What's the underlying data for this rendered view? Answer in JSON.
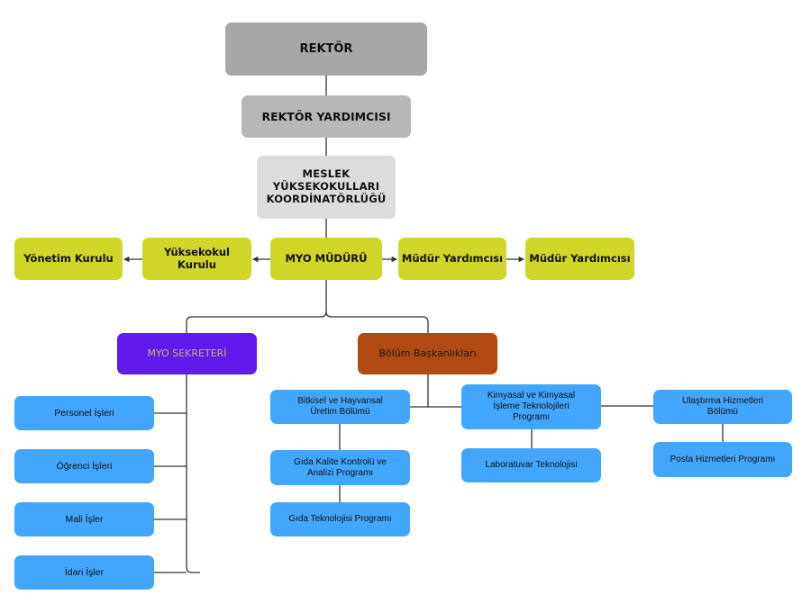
{
  "colors": {
    "top": "#a7a7a7",
    "second": "#b7b7b7",
    "third": "#dcdcdc",
    "management": "#cfd627",
    "secretary": "#5e1beb",
    "secretary_text": "#c8b56a",
    "departments": "#b04a12",
    "units": "#42a6fc",
    "connector": "#333333"
  },
  "hierarchy": {
    "rektor": "REKTÖR",
    "rektor_yardimcisi": "REKTÖR YARDIMCISI",
    "koordinatorluk": [
      "MESLEK",
      "YÜKSEKOKULLARI",
      "KOORDİNATÖRLÜĞÜ"
    ]
  },
  "management": {
    "yonetim_kurulu": "Yönetim Kurulu",
    "yuksekokul_kurulu": [
      "Yüksekokul",
      "Kurulu"
    ],
    "myo_muduru": "MYO MÜDÜRÜ",
    "mudur_yardimcisi_1": "Müdür Yardımcısı",
    "mudur_yardimcisi_2": "Müdür Yardımcısı"
  },
  "secretary": {
    "title": "MYO SEKRETERİ",
    "units": [
      "Personel İşleri",
      "Öğrenci İşleri",
      "Mali İşler",
      "İdari İşler"
    ]
  },
  "departments": {
    "title": "Bölüm Başkanlıkları",
    "bitkisel": {
      "name": [
        "Bitkisel ve Hayvansal",
        "Üretim Bölümü"
      ],
      "programs": [
        [
          "Gıda Kalite Kontrolü ve",
          "Analizi Programı"
        ],
        [
          "Gıda Teknolojisi Programı"
        ]
      ]
    },
    "kimyasal": {
      "name": [
        "Kimyasal ve Kimyasal",
        "İşleme Teknolojileri",
        "Programı"
      ],
      "programs": [
        [
          "Laboratuvar Teknolojisi"
        ]
      ]
    },
    "ulastirma": {
      "name": [
        "Ulaştırma Hizmetleri",
        "Bölümü"
      ],
      "programs": [
        [
          "Posta Hizmetleri Programı"
        ]
      ]
    }
  }
}
